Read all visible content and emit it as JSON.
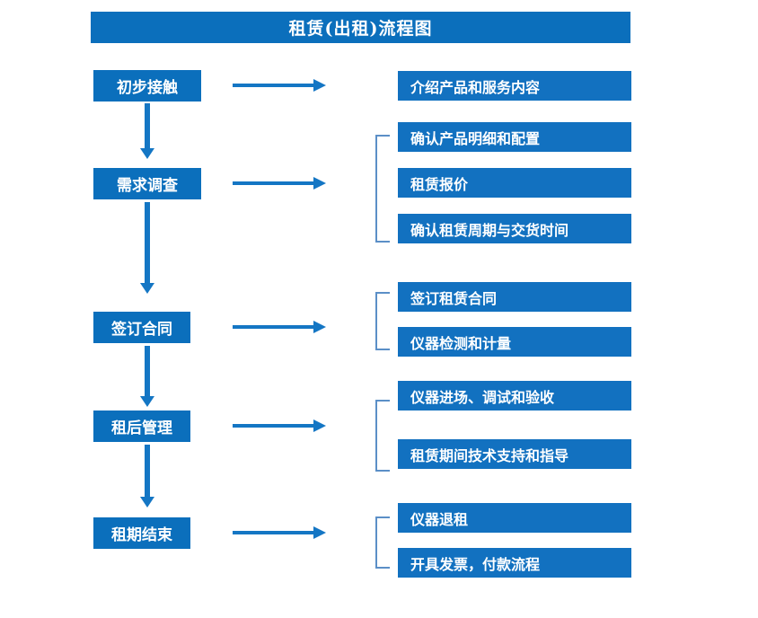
{
  "diagram": {
    "title": "租赁(出租)流程图",
    "colors": {
      "box_blue": "#0b6fbc",
      "detail_blue": "#1271c0",
      "arrow_blue": "#1476c4",
      "bracket_blue": "#5b8fc7",
      "text_white": "#ffffff",
      "background": "#ffffff"
    },
    "stages": [
      {
        "label": "初步接触",
        "details": [
          "介绍产品和服务内容"
        ]
      },
      {
        "label": "需求调查",
        "details": [
          "确认产品明细和配置",
          "租赁报价",
          "确认租赁周期与交货时间"
        ]
      },
      {
        "label": "签订合同",
        "details": [
          "签订租赁合同",
          "仪器检测和计量"
        ]
      },
      {
        "label": "租后管理",
        "details": [
          "仪器进场、调试和验收",
          "租赁期间技术支持和指导"
        ]
      },
      {
        "label": "租期结束",
        "details": [
          "仪器退租",
          "开具发票，付款流程"
        ]
      }
    ]
  }
}
